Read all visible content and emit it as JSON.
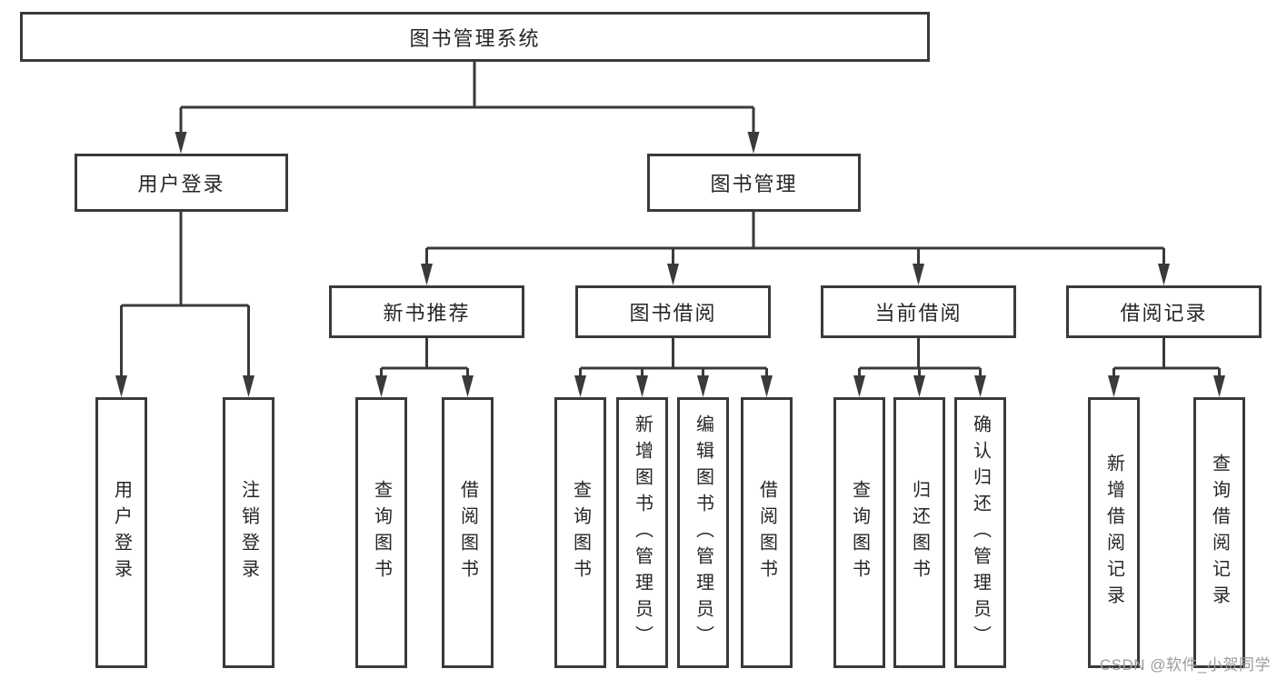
{
  "diagram": {
    "type": "hierarchy-diagram",
    "root": {
      "label": "图书管理系统"
    },
    "branches": [
      {
        "label": "用户登录",
        "children": [
          {
            "label": "用户登录"
          },
          {
            "label": "注销登录"
          }
        ]
      },
      {
        "label": "图书管理",
        "children": [
          {
            "label": "新书推荐",
            "children": [
              {
                "label": "查询图书"
              },
              {
                "label": "借阅图书"
              }
            ]
          },
          {
            "label": "图书借阅",
            "children": [
              {
                "label": "查询图书"
              },
              {
                "label": "新增图书（管理员）"
              },
              {
                "label": "编辑图书（管理员）"
              },
              {
                "label": "借阅图书"
              }
            ]
          },
          {
            "label": "当前借阅",
            "children": [
              {
                "label": "查询图书"
              },
              {
                "label": "归还图书"
              },
              {
                "label": "确认归还（管理员）"
              }
            ]
          },
          {
            "label": "借阅记录",
            "children": [
              {
                "label": "新增借阅记录"
              },
              {
                "label": "查询借阅记录"
              }
            ]
          }
        ]
      }
    ],
    "watermark": "CSDN @软件_小贺同学",
    "colors": {
      "line": "#3a3a3a",
      "text": "#262626",
      "watermark": "#9b9b9b",
      "background": "#ffffff"
    }
  }
}
